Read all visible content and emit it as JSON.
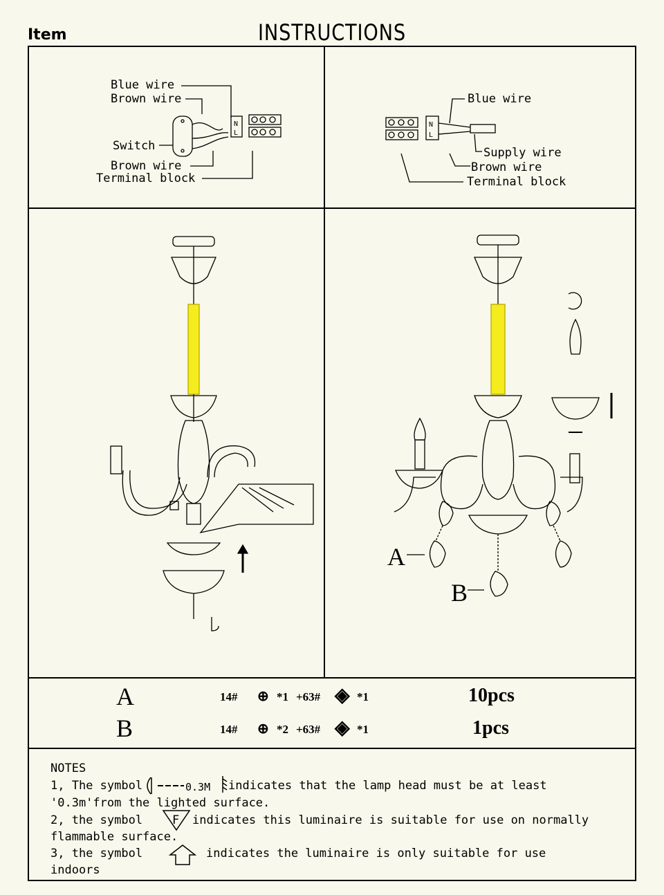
{
  "header": {
    "item_label": "Item",
    "title": "INSTRUCTIONS"
  },
  "wiring_left": {
    "blue_wire": "Blue wire",
    "brown_wire_top": "Brown wire",
    "switch": "Switch",
    "brown_wire_bottom": "Brown wire",
    "terminal_block": "Terminal block"
  },
  "wiring_right": {
    "blue_wire": "Blue wire",
    "supply_wire": "Supply wire",
    "brown_wire": "Brown wire",
    "terminal_block": "Terminal block"
  },
  "assembly_right": {
    "label_a": "A",
    "label_b": "B"
  },
  "parts": [
    {
      "label": "A",
      "code_prefix": "14#",
      "qty1": "*1",
      "plus": "+63#",
      "qty2": "*1",
      "count": "10pcs"
    },
    {
      "label": "B",
      "code_prefix": "14#",
      "qty1": "*2",
      "plus": "+63#",
      "qty2": "*1",
      "count": "1pcs"
    }
  ],
  "notes": {
    "heading": "NOTES",
    "line1_a": "1, The symbol",
    "symbol_distance": "0.3M",
    "line1_b": "indicates that the lamp head must be at least",
    "line1_c": "'0.3m'from the lighted surface.",
    "line2_a": "2, the symbol",
    "symbol_f": "F",
    "line2_b": "indicates  this luminaire is suitable for use on normally",
    "line2_c": "flammable surface.",
    "line3_a": "3, the symbol",
    "line3_b": "indicates the luminaire is only suitable for use",
    "line3_c": "indoors"
  },
  "colors": {
    "background": "#f8f8ec",
    "highlight": "#f4ec1c",
    "ink": "#000000"
  }
}
